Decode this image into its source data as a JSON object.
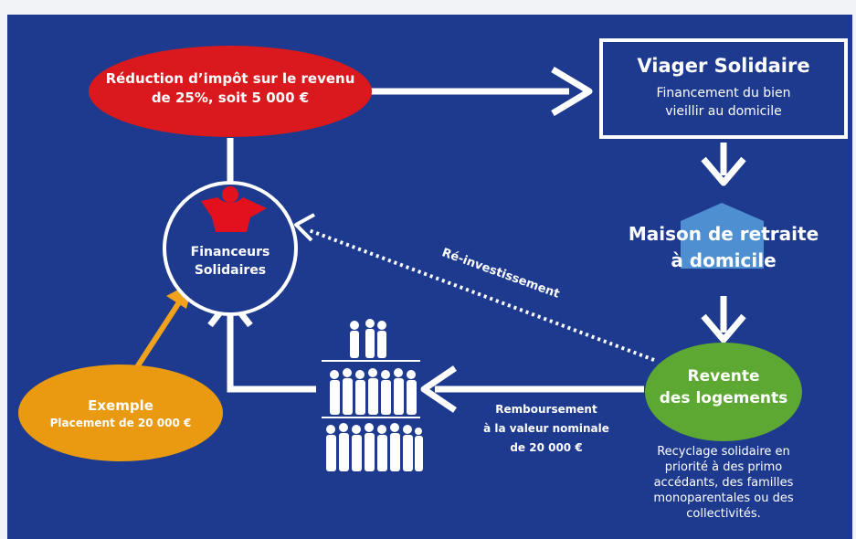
{
  "diagram": {
    "colors": {
      "background": "#1d3a8e",
      "red_ellipse": "#d9191d",
      "green_ellipse": "#5da832",
      "orange_ellipse": "#e99a10",
      "orange_arrow": "#f0a21c",
      "house": "#4d8fd1",
      "white": "#ffffff"
    },
    "tax_reduction": {
      "line1": "Réduction d’impôt sur le revenu",
      "line2": "de 25%, soit 5 000 €"
    },
    "viager": {
      "title": "Viager Solidaire",
      "line1": "Financement du bien",
      "line2": "vieillir au domicile"
    },
    "maison": {
      "line1": "Maison de retraite",
      "line2": "à domicile"
    },
    "financeurs": {
      "line1": "Financeurs",
      "line2": "Solidaires",
      "logo_icon": "person-icon"
    },
    "reinvest_label": "Ré-investissement",
    "revente": {
      "line1": "Revente",
      "line2": "des logements"
    },
    "recyclage": {
      "line1": "Recyclage solidaire en",
      "line2": "priorité à des primo",
      "line3": "accédants, des familles",
      "line4": "monoparentales ou des",
      "line5": "collectivités."
    },
    "remboursement": {
      "line1": "Remboursement",
      "line2": "à la valeur nominale",
      "line3": "de 20 000 €"
    },
    "exemple": {
      "line1": "Exemple",
      "line2": "Placement de 20 000 €"
    },
    "people_icon": "people-group-icon"
  }
}
